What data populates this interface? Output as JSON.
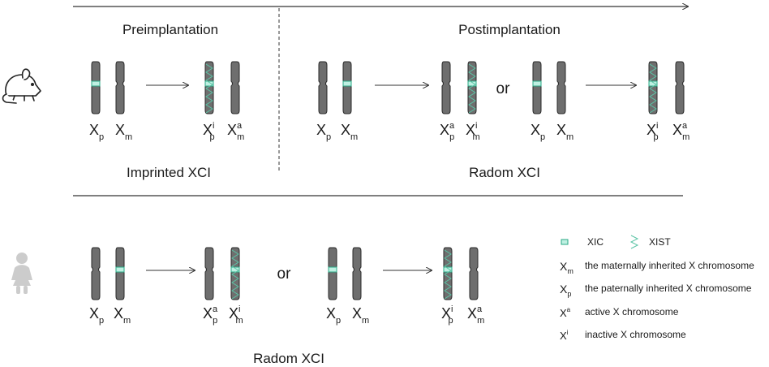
{
  "colors": {
    "chromosome_fill": "#6e6e6e",
    "chromosome_stroke": "#2a2a2a",
    "xic_fill": "#bff0e2",
    "xic_stroke": "#2aa985",
    "xist_stroke": "#5cc4a6",
    "line": "#333333",
    "icon": "#cccccc"
  },
  "mouse": {
    "phases": {
      "pre": "Preimplantation",
      "post": "Postimplantation"
    },
    "captions": {
      "imprinted": "Imprinted XCI",
      "random": "Radom XCI"
    },
    "or": "or"
  },
  "human": {
    "caption": "Radom XCI",
    "or": "or"
  },
  "symbols": {
    "X": "X",
    "p": "p",
    "m": "m",
    "a": "a",
    "i": "i"
  },
  "legend": {
    "xic": "XIC",
    "xist": "XIST",
    "xm_desc": "the maternally inherited X chromosome",
    "xp_desc": "the paternally inherited X chromosome",
    "xa_desc": "active X chromosome",
    "xi_desc": "inactive X chromosome"
  }
}
